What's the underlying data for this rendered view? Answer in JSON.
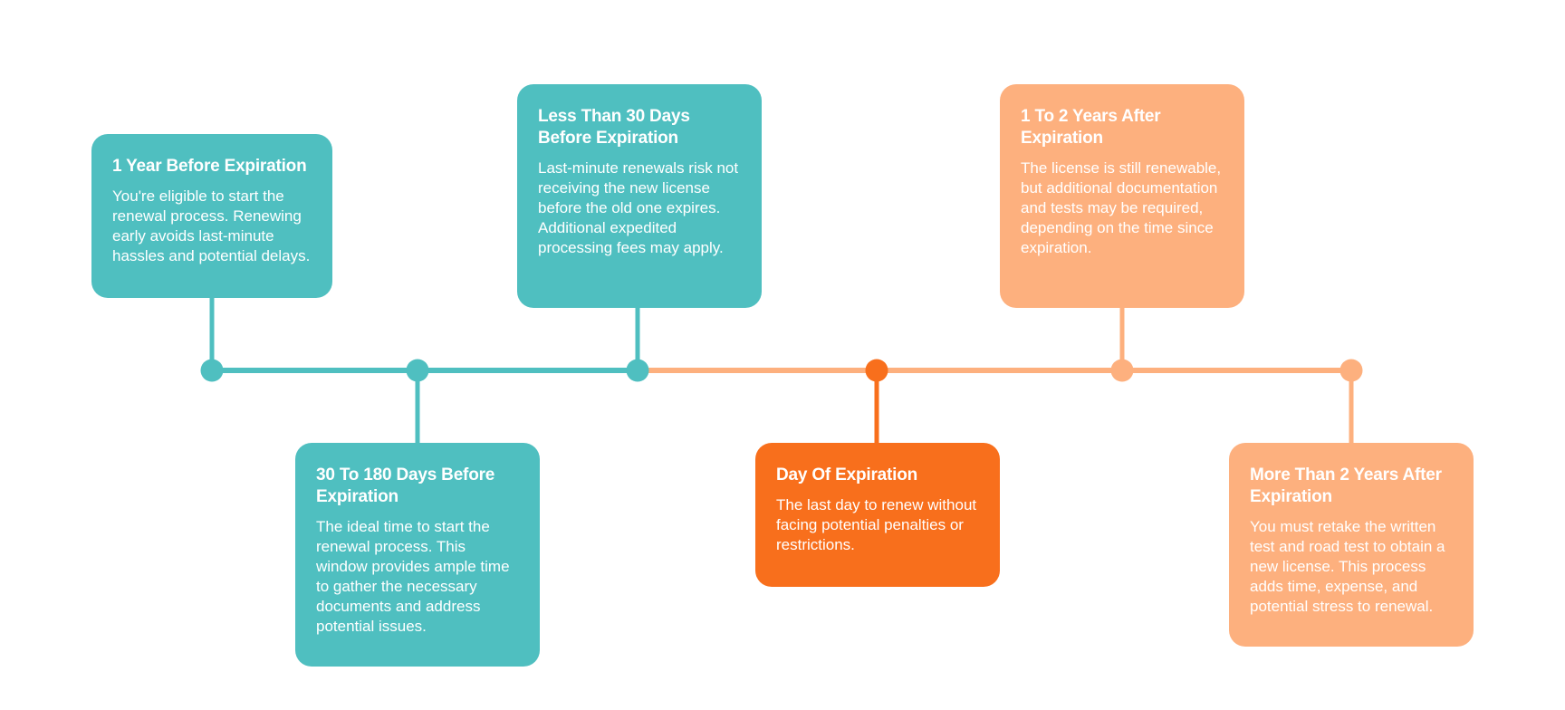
{
  "colors": {
    "teal": "#4fbfc0",
    "peach": "#fdb07e",
    "orange": "#f86f1c",
    "text": "#ffffff",
    "background": "#ffffff"
  },
  "timeline": {
    "milestones": [
      {
        "title": "1 Year Before Expiration",
        "description": "You're eligible to start the renewal process. Renewing early avoids last-minute hassles and potential delays.",
        "color": "teal",
        "position": "above"
      },
      {
        "title": "30 To 180 Days Before Expiration",
        "description": "The ideal time to start the renewal process. This window provides ample time to gather the necessary documents and address potential issues.",
        "color": "teal",
        "position": "below"
      },
      {
        "title": "Less Than 30 Days Before Expiration",
        "description": "Last-minute renewals risk not receiving the new license before the old one expires. Additional expedited processing fees may apply.",
        "color": "teal",
        "position": "above"
      },
      {
        "title": "Day Of Expiration",
        "description": "The last day to renew without facing potential penalties or restrictions.",
        "color": "orange",
        "position": "below"
      },
      {
        "title": "1 To 2 Years After Expiration",
        "description": "The license is still renewable, but additional documentation and tests may be required, depending on the time since expiration.",
        "color": "peach",
        "position": "above"
      },
      {
        "title": "More Than 2 Years After Expiration",
        "description": "You must retake the written test and road test to obtain a new license. This process adds time, expense, and potential stress to renewal.",
        "color": "peach",
        "position": "below"
      }
    ]
  }
}
